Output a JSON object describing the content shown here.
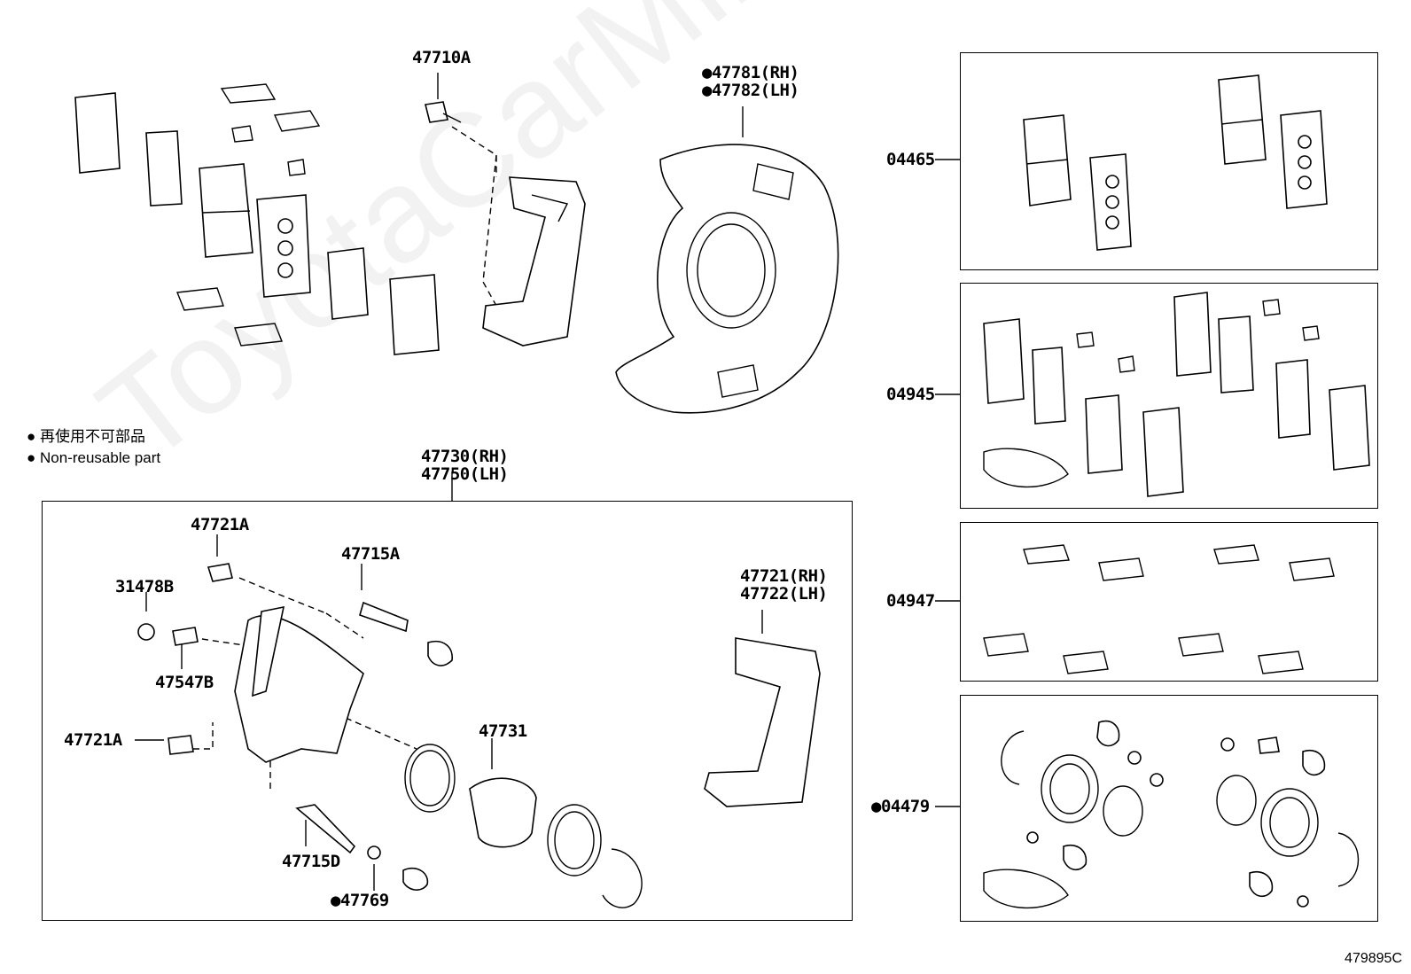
{
  "watermark": "ToyotaCarMine.ru",
  "legend": [
    {
      "symbol": "●",
      "text": "再使用不可部品"
    },
    {
      "symbol": "●",
      "text": "Non-reusable part"
    }
  ],
  "diagram_code": "479895C",
  "labels": {
    "p47710A": "47710A",
    "p47781": "●47781(RH)",
    "p47782": "●47782(LH)",
    "p47730": "47730(RH)",
    "p47750": "47750(LH)",
    "p47721A_top": "47721A",
    "p31478B": "31478B",
    "p47715A": "47715A",
    "p47547B": "47547B",
    "p47721A_left": "47721A",
    "p47731": "47731",
    "p47715D": "47715D",
    "p47769": "●47769",
    "p47721": "47721(RH)",
    "p47722": "47722(LH)",
    "p04465": "04465",
    "p04945": "04945",
    "p04947": "04947",
    "p04479": "●04479"
  }
}
